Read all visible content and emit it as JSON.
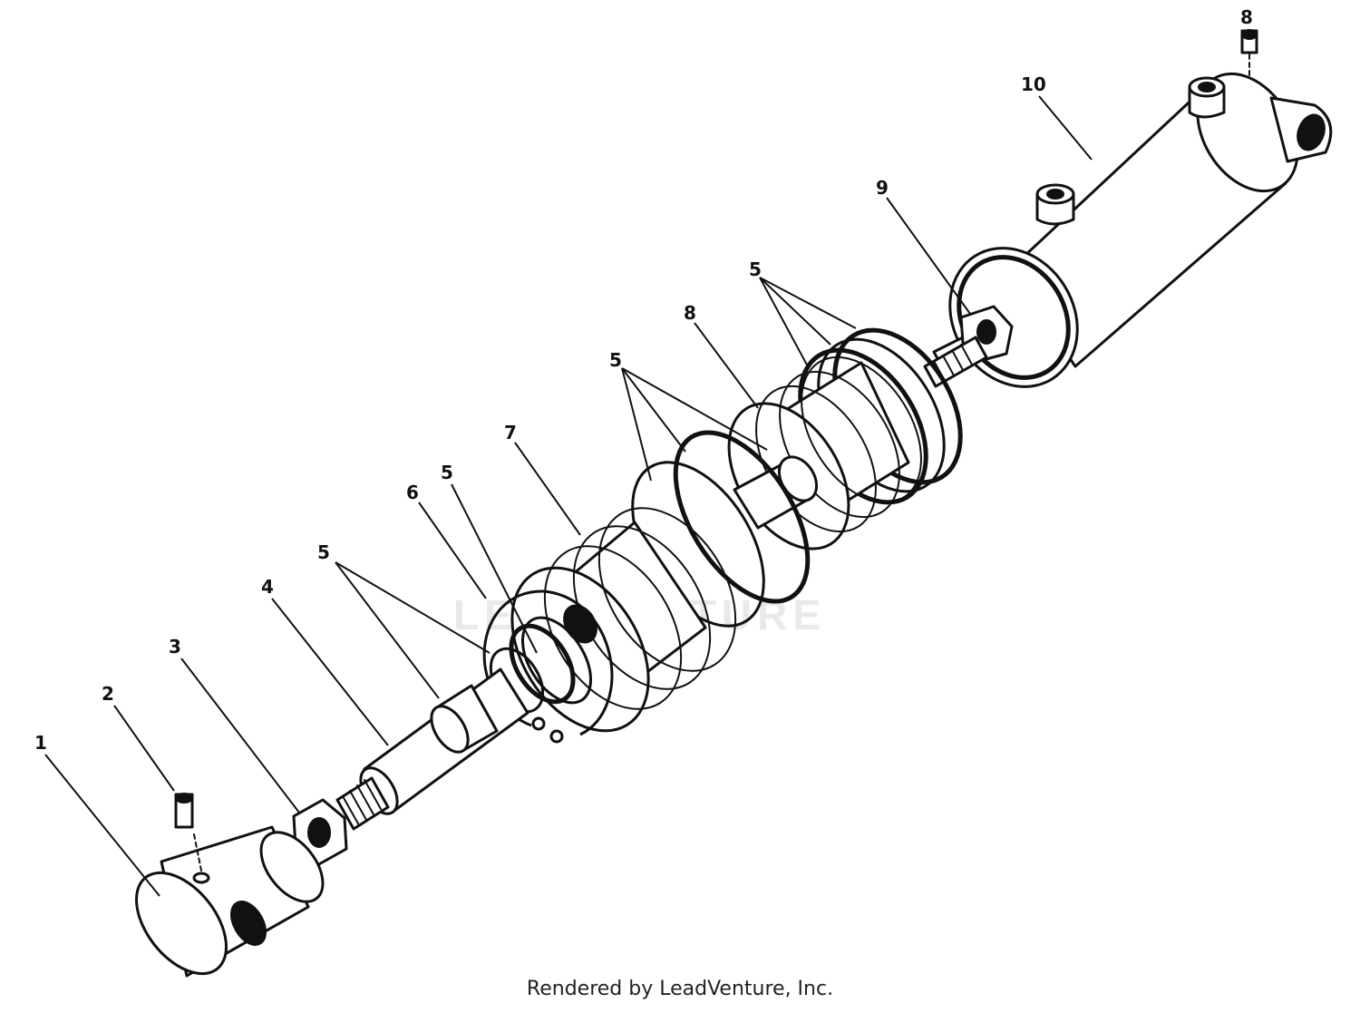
{
  "diagram": {
    "watermark": "LEADVENTURE",
    "credit": "Rendered by LeadVenture, Inc.",
    "callouts": [
      "1",
      "2",
      "3",
      "4",
      "5",
      "6",
      "7",
      "8",
      "9",
      "10",
      "8"
    ]
  }
}
